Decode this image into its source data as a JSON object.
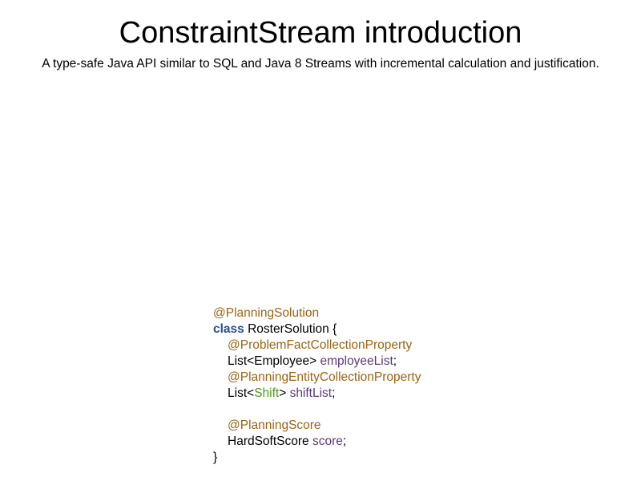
{
  "slide": {
    "title": "ConstraintStream introduction",
    "subtitle": "A type-safe Java API similar to SQL and Java 8 Streams with incremental calculation and justification."
  },
  "code": {
    "line1_annotation": "@PlanningSolution",
    "line2_keyword": "class",
    "line2_name": " RosterSolution {",
    "line3_annotation": "@ProblemFactCollectionProperty",
    "line4_type": "List<Employee> ",
    "line4_field": "employeeList",
    "line4_end": ";",
    "line5_annotation": "@PlanningEntityCollectionProperty",
    "line6_type_open": "List<",
    "line6_generic": "Shift",
    "line6_type_close": "> ",
    "line6_field": "shiftList",
    "line6_end": ";",
    "line8_annotation": "@PlanningScore",
    "line9_type": "HardSoftScore ",
    "line9_field": "score",
    "line9_end": ";",
    "line10_close": "}"
  },
  "colors": {
    "annotation": "#9a6414",
    "keyword": "#284f8f",
    "field": "#5b3a78",
    "generic_type": "#4a9a1a"
  }
}
